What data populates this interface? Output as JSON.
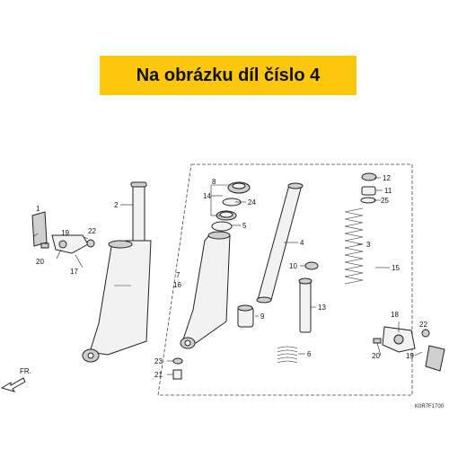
{
  "banner": {
    "text": "Na obrázku díl číslo 4",
    "color": "#fdc70d"
  },
  "diagram": {
    "code": "K0R7F1700",
    "direction": "FR.",
    "labels": {
      "p1": "1",
      "p2": "2",
      "p3": "3",
      "p4": "4",
      "p5": "5",
      "p6": "6",
      "p7": "7",
      "p8": "8",
      "p9": "9",
      "p10": "10",
      "p11": "11",
      "p12": "12",
      "p13": "13",
      "p14": "14",
      "p15": "15",
      "p16": "16",
      "p17": "17",
      "p18": "18",
      "p19a": "19",
      "p19b": "19",
      "p20a": "20",
      "p20b": "20",
      "p21": "21",
      "p22a": "22",
      "p22b": "22",
      "p23": "23",
      "p24": "24",
      "p25": "25"
    }
  }
}
